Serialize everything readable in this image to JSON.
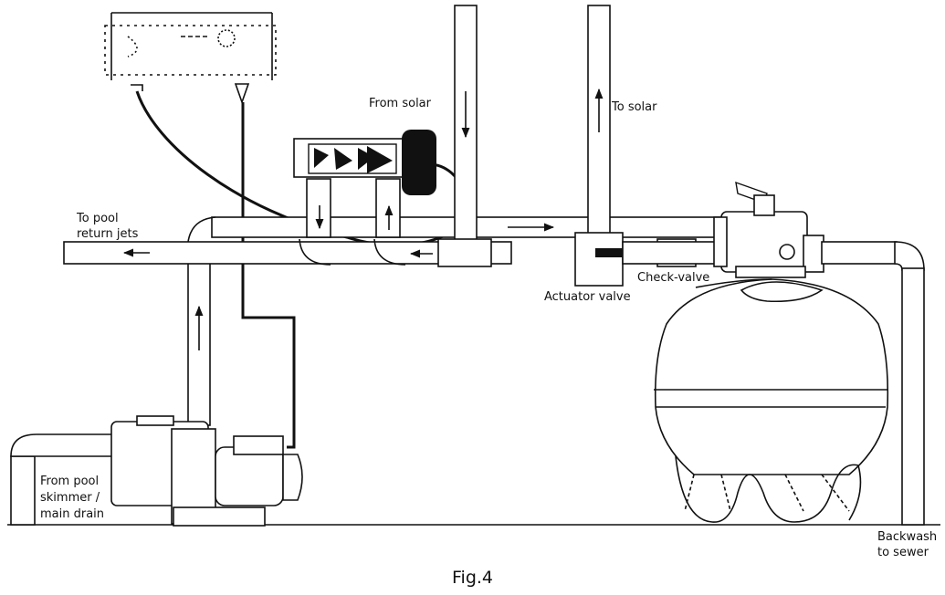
{
  "labels": {
    "from_solar": "From solar",
    "to_solar": "To solar",
    "to_pool_1": "To pool",
    "to_pool_2": "return jets",
    "actuator_valve": "Actuator valve",
    "check_valve": "Check-valve",
    "from_pool_1": "From pool",
    "from_pool_2": "skimmer /",
    "from_pool_3": "main drain",
    "backwash_1": "Backwash",
    "backwash_2": "to sewer"
  },
  "caption": "Fig.4",
  "colors": {
    "line": "#111111",
    "background": "#ffffff"
  }
}
